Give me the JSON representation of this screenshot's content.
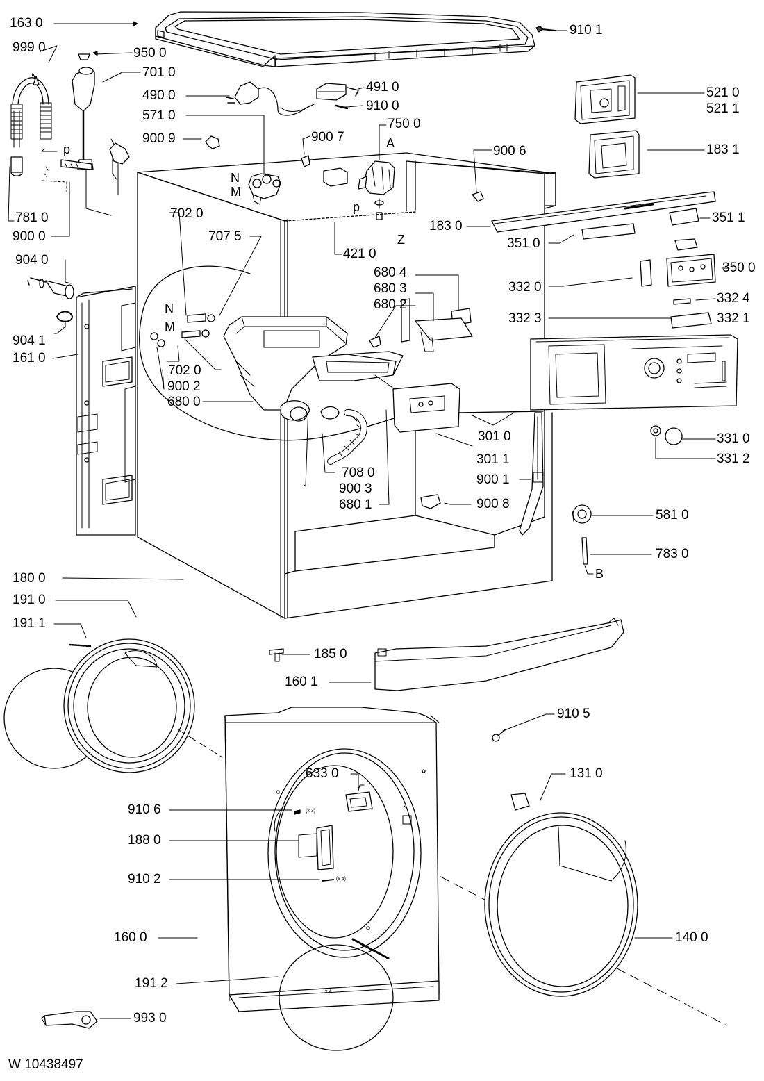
{
  "footer_code": "W 10438497",
  "parts": [
    "163 0",
    "910 1",
    "999 0",
    "950 0",
    "701 0",
    "490 0",
    "491 0",
    "910 0",
    "571 0",
    "750 0",
    "900 9",
    "900 7",
    "900 6",
    "521 0",
    "521 1",
    "183 1",
    "183 0",
    "351 1",
    "351 0",
    "781 0",
    "900 0",
    "421 0",
    "702 0",
    "707 5",
    "680 4",
    "680 3",
    "680 2",
    "350 0",
    "904 0",
    "332 0",
    "332 4",
    "332 3",
    "332 1",
    "904 1",
    "161 0",
    "702 0",
    "900 2",
    "680 0",
    "301 0",
    "301 1",
    "331 0",
    "331 2",
    "708 0",
    "900 3",
    "680 1",
    "900 1",
    "900 8",
    "581 0",
    "783 0",
    "180 0",
    "191 0",
    "191 1",
    "185 0",
    "160 1",
    "910 5",
    "633 0",
    "131 0",
    "910 6",
    "188 0",
    "910 2",
    "160 0",
    "140 0",
    "191 2",
    "993 0"
  ],
  "markers": [
    "p",
    "N",
    "M",
    "A",
    "p",
    "Z",
    "N",
    "M",
    "B"
  ],
  "quantity_notes": [
    "(x 3)",
    "(x 4)",
    "x 4"
  ]
}
